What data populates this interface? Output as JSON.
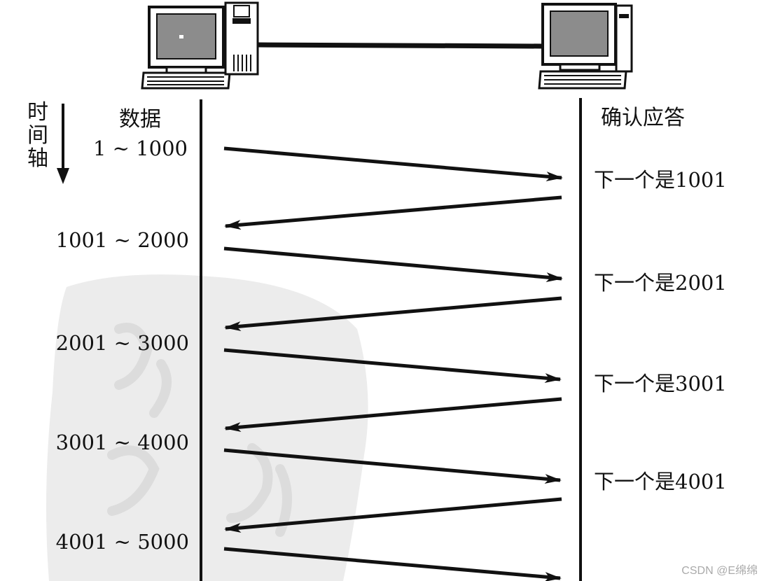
{
  "colors": {
    "line": "#111111",
    "monitor_screen": "#8c8c8c",
    "watermark_seal": "#e9e9e9",
    "watermark_text": "#aaaaaa"
  },
  "axis": {
    "time_axis_chars": [
      "时",
      "间",
      "轴"
    ]
  },
  "headers": {
    "data": "数据",
    "ack": "确认应答"
  },
  "data_segments": [
    "1 ~ 1000",
    "1001 ~ 2000",
    "2001 ~ 3000",
    "3001 ~ 4000",
    "4001 ~ 5000"
  ],
  "acks": [
    "下一个是1001",
    "下一个是2001",
    "下一个是3001",
    "下一个是4001"
  ],
  "hosts": [
    "sender-computer-icon",
    "receiver-computer-icon"
  ],
  "watermark": "CSDN @E绵绵"
}
